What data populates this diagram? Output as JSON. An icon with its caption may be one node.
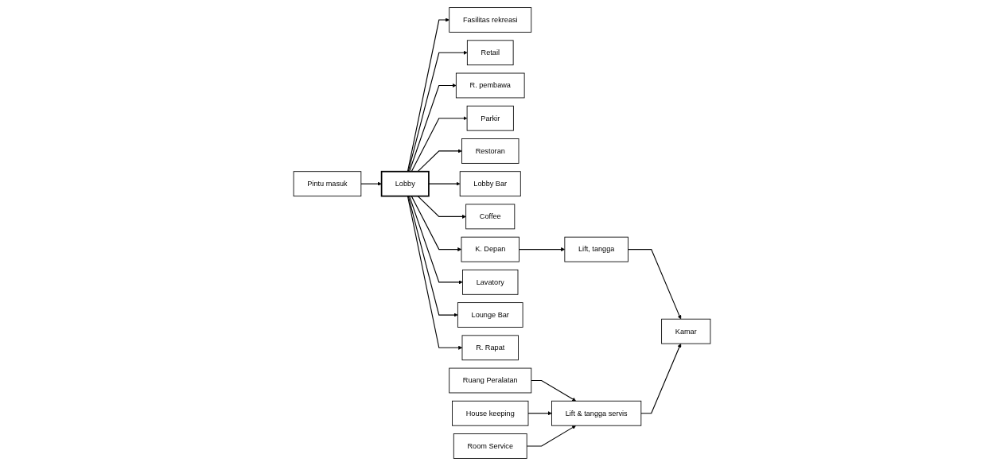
{
  "diagram": {
    "nodes": [
      {
        "text": [
          "Fasilitas rekreasi"
        ]
      },
      {
        "text": [
          "Retail"
        ]
      },
      {
        "text": [
          "Pintu masuk"
        ]
      },
      {
        "text": [
          "R. pembawa"
        ]
      },
      {
        "text": [
          "Parkir"
        ]
      },
      {
        "text": [
          "Lobby"
        ]
      },
      {
        "text": [
          "Restoran"
        ]
      },
      {
        "text": [
          "Lobby Bar"
        ]
      },
      {
        "text": [
          "Coffee"
        ]
      },
      {
        "text": [
          "K. Depan"
        ]
      },
      {
        "text": [
          "Lavatory"
        ]
      },
      {
        "text": [
          "Lounge Bar"
        ]
      },
      {
        "text": [
          "R. Rapat"
        ]
      },
      {
        "text": [
          "Lift, tangga"
        ]
      },
      {
        "text": [
          "Kamar"
        ]
      },
      {
        "text": [
          "Lift & tangga servis"
        ]
      },
      {
        "text": [
          "Ruang Peralatan"
        ]
      },
      {
        "text": [
          "House keeping"
        ]
      },
      {
        "text": [
          "Room Service"
        ]
      }
    ],
    "edges": [
      {
        "from": 5,
        "to": 0,
        "arrow": "to"
      },
      {
        "from": 5,
        "to": 1,
        "arrow": "to"
      },
      {
        "from": 2,
        "to": 5,
        "arrow": "to"
      },
      {
        "from": 5,
        "to": 3,
        "arrow": "to"
      },
      {
        "from": 5,
        "to": 4,
        "arrow": "to"
      },
      {
        "from": 5,
        "to": 6,
        "arrow": "to"
      },
      {
        "from": 5,
        "to": 7,
        "arrow": "to"
      },
      {
        "from": 5,
        "to": 8,
        "arrow": "to"
      },
      {
        "from": 5,
        "to": 9,
        "arrow": "to"
      },
      {
        "from": 5,
        "to": 10,
        "arrow": "to"
      },
      {
        "from": 5,
        "to": 11,
        "arrow": "to"
      },
      {
        "from": 5,
        "to": 12,
        "arrow": "to"
      },
      {
        "from": 9,
        "to": 13,
        "arrow": "to"
      },
      {
        "from": 13,
        "to": 14,
        "arrow": "to"
      },
      {
        "from": 15,
        "to": 14,
        "arrow": "to"
      },
      {
        "from": 16,
        "to": 15,
        "arrow": "to"
      },
      {
        "from": 17,
        "to": 15,
        "arrow": "to"
      },
      {
        "from": 18,
        "to": 15,
        "arrow": "to"
      }
    ]
  }
}
